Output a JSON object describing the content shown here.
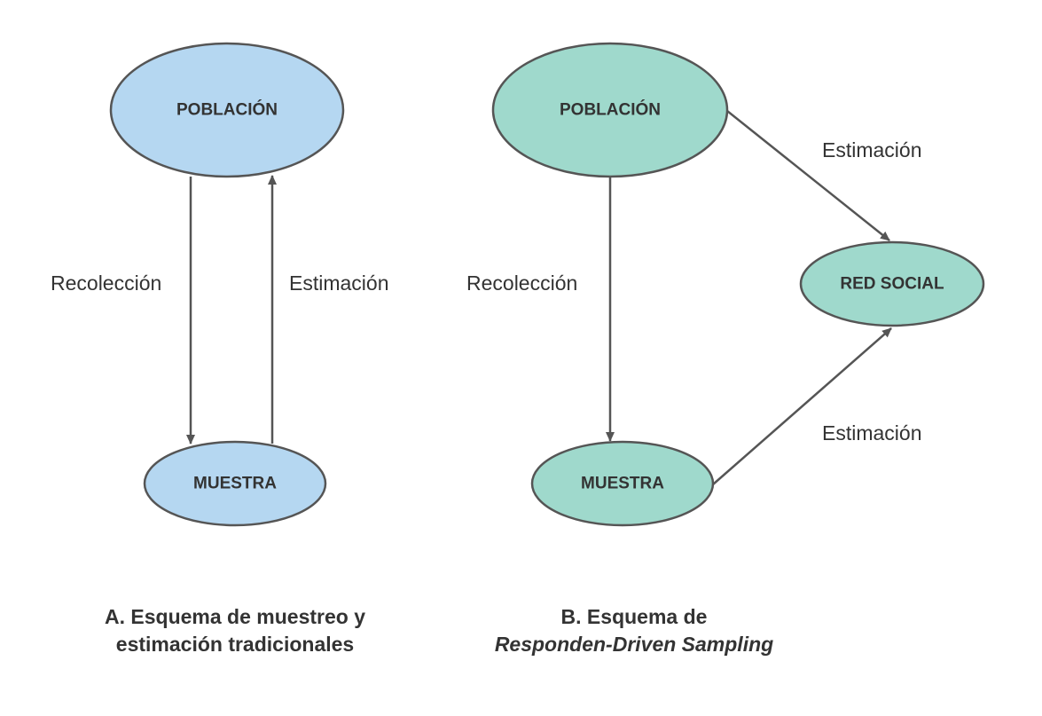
{
  "colors": {
    "panel_a_fill": "#b5d7f1",
    "panel_b_fill": "#9fd9cc",
    "stroke": "#555555",
    "text": "#333333"
  },
  "panel_a": {
    "poblacion": "POBLACIÓN",
    "muestra": "MUESTRA",
    "recoleccion": "Recolección",
    "estimacion": "Estimación",
    "caption_line1": "A. Esquema de muestreo y",
    "caption_line2": "estimación tradicionales"
  },
  "panel_b": {
    "poblacion": "POBLACIÓN",
    "muestra": "MUESTRA",
    "red_social": "RED SOCIAL",
    "recoleccion": "Recolección",
    "estimacion_top": "Estimación",
    "estimacion_bottom": "Estimación",
    "caption_line1": "B. Esquema de",
    "caption_line2": "Responden-Driven Sampling"
  }
}
